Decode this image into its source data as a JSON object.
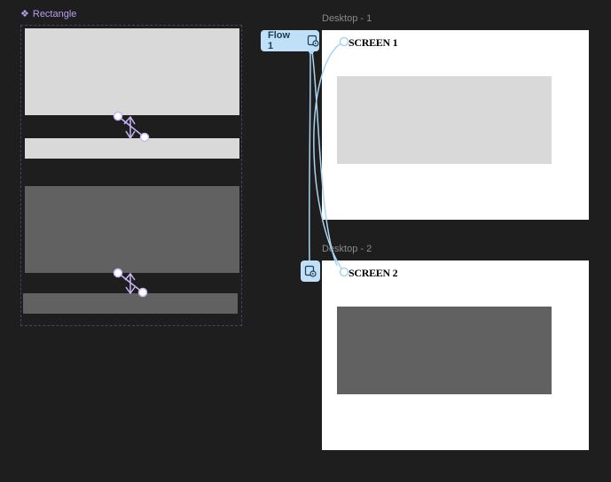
{
  "component": {
    "title": "Rectangle",
    "icon": "component-diamond-icon",
    "accent_color": "#b79cf0"
  },
  "frames": [
    {
      "title": "Desktop - 1",
      "heading": "SCREEN 1",
      "rect_color": "#d9d9d9"
    },
    {
      "title": "Desktop - 2",
      "heading": "SCREEN 2",
      "rect_color": "#616161"
    }
  ],
  "flow": {
    "label": "Flow 1",
    "icon": "flow-start-icon",
    "color": "#bfe0f7"
  },
  "variants": {
    "light_color": "#d9d9d9",
    "dark_color": "#616161"
  }
}
